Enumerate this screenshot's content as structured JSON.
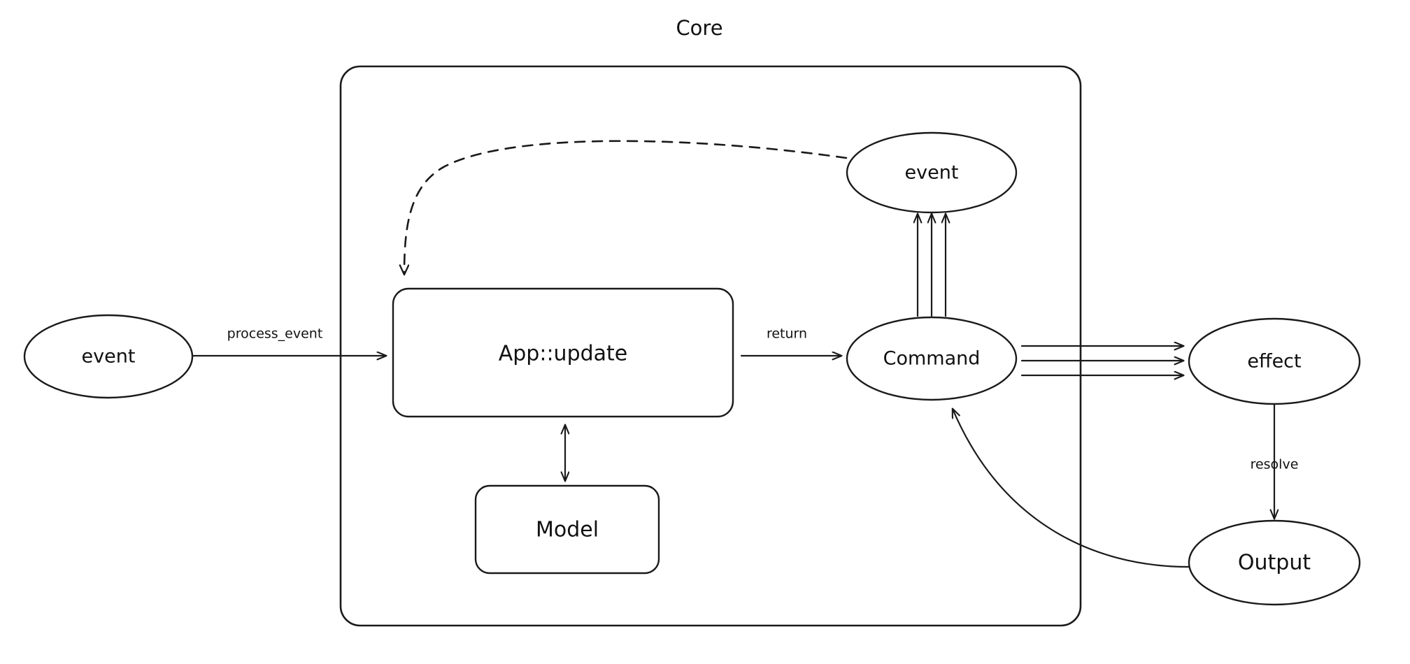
{
  "diagram": {
    "title": "Core",
    "style": "hand-drawn-sketch",
    "background_color": "#ffffff",
    "stroke_color": "#1a1a1a",
    "boundary": {
      "label": "Core",
      "shape": "rounded-rectangle"
    },
    "nodes": [
      {
        "id": "event_in",
        "label": "event",
        "shape": "ellipse",
        "inside_core": false
      },
      {
        "id": "app_update",
        "label": "App::update",
        "shape": "rounded-rectangle",
        "inside_core": true
      },
      {
        "id": "model",
        "label": "Model",
        "shape": "rounded-rectangle",
        "inside_core": true
      },
      {
        "id": "command",
        "label": "Command",
        "shape": "ellipse",
        "inside_core": true
      },
      {
        "id": "event_out",
        "label": "event",
        "shape": "ellipse",
        "inside_core": true
      },
      {
        "id": "effect",
        "label": "effect",
        "shape": "ellipse",
        "inside_core": false
      },
      {
        "id": "output",
        "label": "Output",
        "shape": "ellipse",
        "inside_core": false
      }
    ],
    "edges": [
      {
        "id": "e1",
        "from": "event_in",
        "to": "app_update",
        "label": "process_event",
        "style": "solid",
        "arrow": "single",
        "multiplicity": 1
      },
      {
        "id": "e2",
        "from": "app_update",
        "to": "command",
        "label": "return",
        "style": "solid",
        "arrow": "single",
        "multiplicity": 1
      },
      {
        "id": "e3",
        "from": "app_update",
        "to": "model",
        "label": "",
        "style": "solid",
        "arrow": "bidirectional",
        "multiplicity": 1
      },
      {
        "id": "e4",
        "from": "command",
        "to": "event_out",
        "label": "",
        "style": "solid",
        "arrow": "single",
        "multiplicity": 3
      },
      {
        "id": "e5",
        "from": "command",
        "to": "effect",
        "label": "",
        "style": "solid",
        "arrow": "single",
        "multiplicity": 3
      },
      {
        "id": "e6",
        "from": "effect",
        "to": "output",
        "label": "resolve",
        "style": "solid",
        "arrow": "single",
        "multiplicity": 1
      },
      {
        "id": "e7",
        "from": "output",
        "to": "command",
        "label": "",
        "style": "solid",
        "arrow": "single",
        "multiplicity": 1
      },
      {
        "id": "e8",
        "from": "event_out",
        "to": "app_update",
        "label": "",
        "style": "dashed",
        "arrow": "single",
        "multiplicity": 1
      }
    ],
    "edge_labels": {
      "process_event": "process_event",
      "return": "return",
      "resolve": "resolve"
    }
  }
}
